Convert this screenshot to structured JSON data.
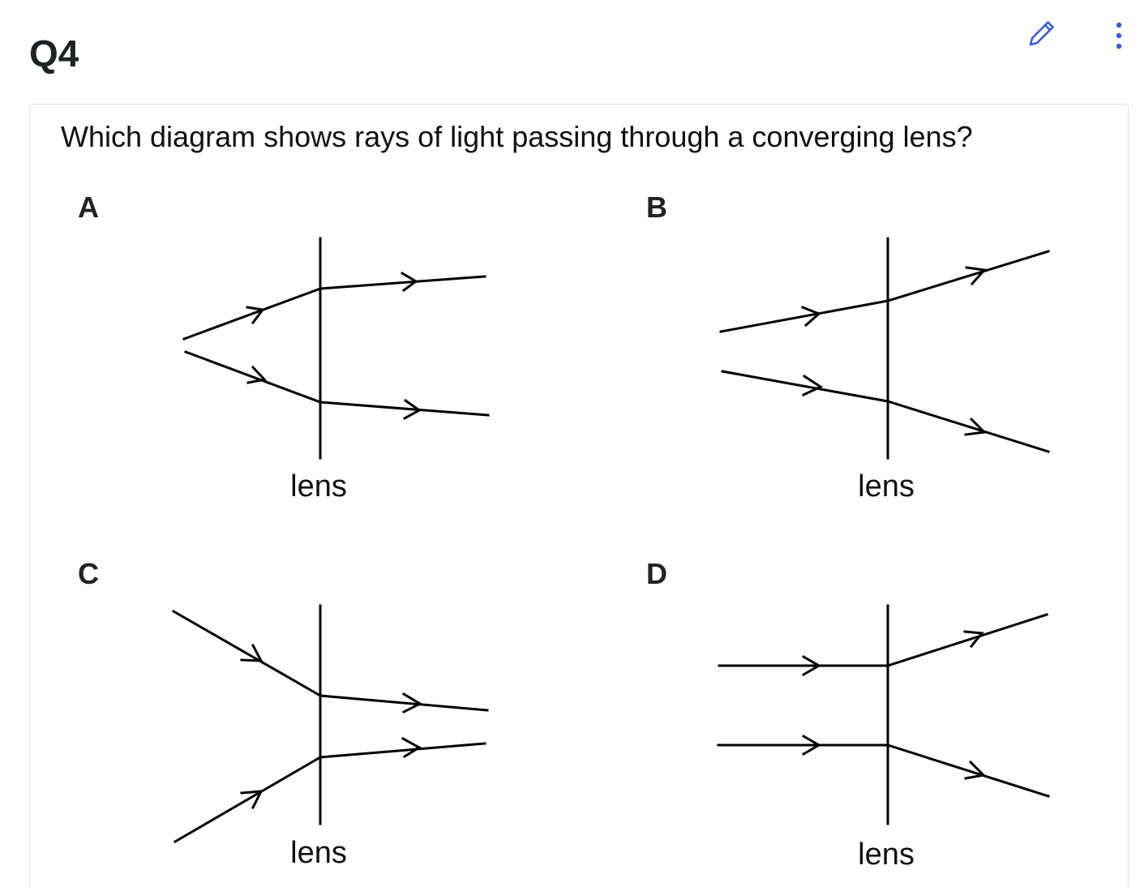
{
  "header": {
    "question_number": "Q4",
    "edit_icon": "pencil-icon",
    "more_icon": "more-vertical-icon",
    "accent_color": "#3b5bdb"
  },
  "question": {
    "text": "Which diagram shows rays of light passing through a converging lens?"
  },
  "options": [
    {
      "label": "A",
      "lens_label": "lens"
    },
    {
      "label": "B",
      "lens_label": "lens"
    },
    {
      "label": "C",
      "lens_label": "lens"
    },
    {
      "label": "D",
      "lens_label": "lens"
    }
  ]
}
